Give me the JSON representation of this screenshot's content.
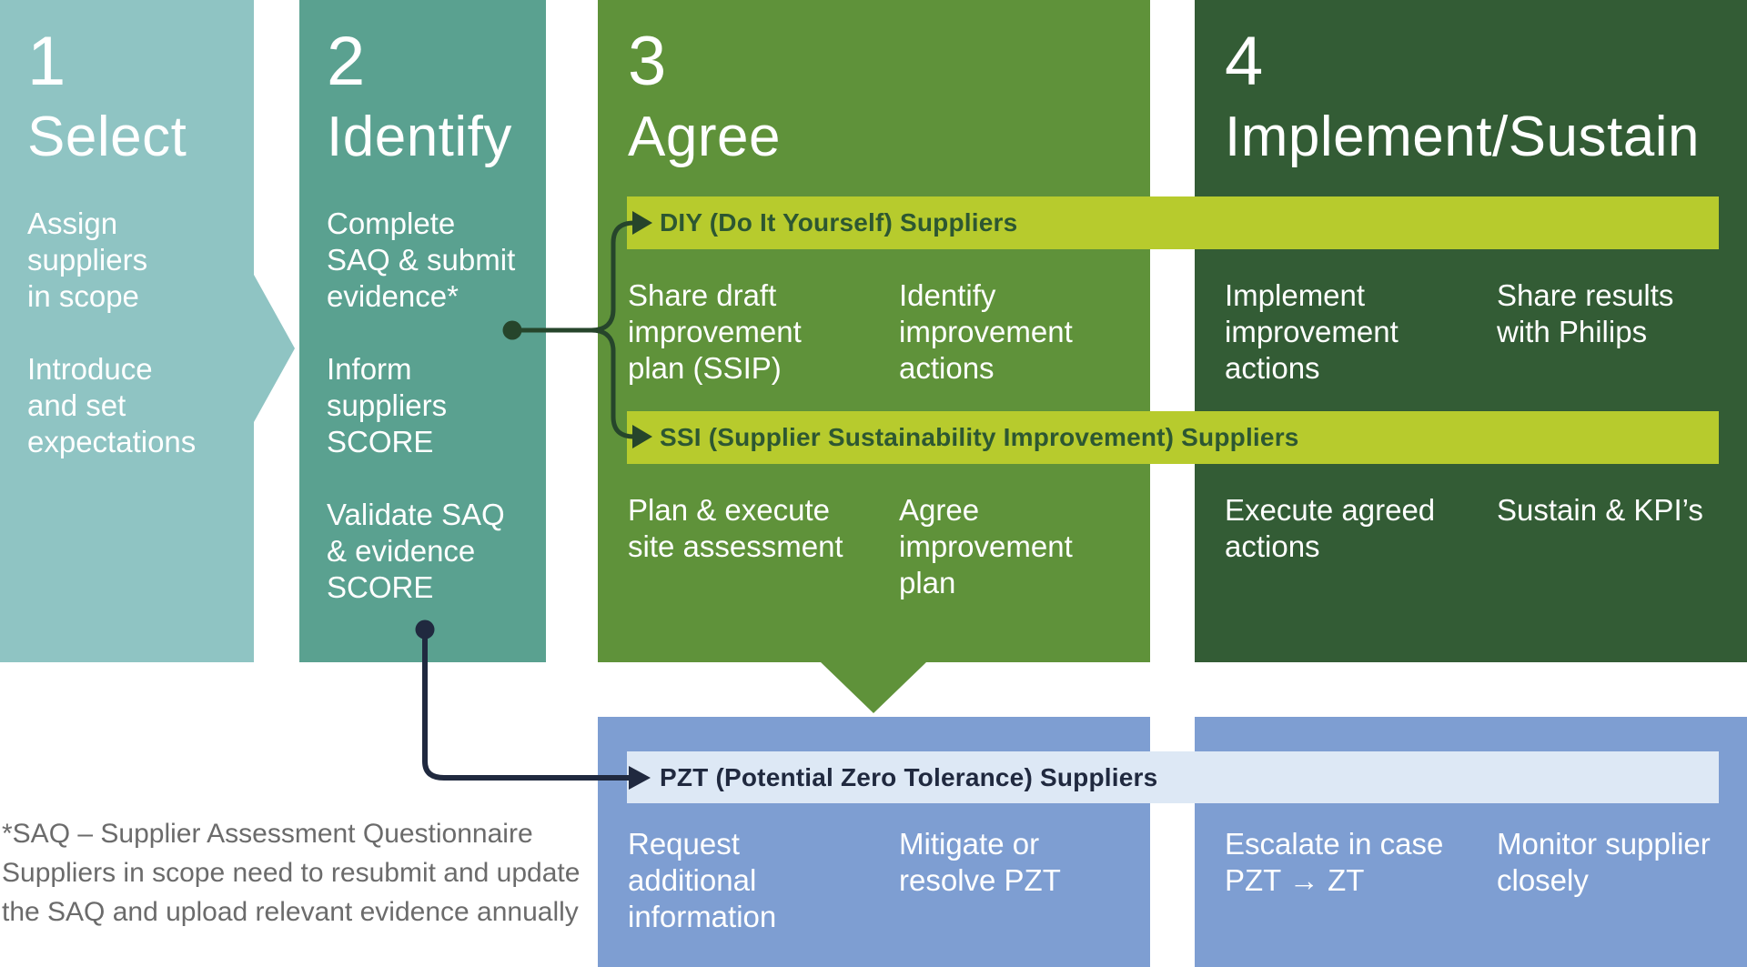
{
  "colors": {
    "teal-light": "#8FC4C3",
    "teal": "#5AA190",
    "green": "#5F923A",
    "green-dark": "#335C35",
    "lime": "#B7CB2D",
    "lime-text": "#2D5732",
    "blue": "#7E9ED2",
    "blue-light": "#DDE8F5",
    "navy": "#20293F",
    "connector-green": "#26452B",
    "footnote-gray": "#6B6B6B"
  },
  "columns": [
    {
      "number": "1",
      "title": "Select",
      "items": [
        "Assign\nsuppliers\nin scope",
        "Introduce\nand set\nexpectations"
      ]
    },
    {
      "number": "2",
      "title": "Identify",
      "items": [
        "Complete\nSAQ & submit\nevidence*",
        "Inform\nsuppliers\nSCORE",
        "Validate SAQ\n& evidence\nSCORE"
      ]
    },
    {
      "number": "3",
      "title": "Agree",
      "items": [
        "Share draft\nimprovement\nplan (SSIP)",
        "Identify\nimprovement\nactions",
        "Plan & execute\nsite assessment",
        "Agree\nimprovement\nplan"
      ]
    },
    {
      "number": "4",
      "title": "Implement/Sustain",
      "items": [
        "Implement\nimprovement\nactions",
        "Share results\nwith Philips",
        "Execute agreed\nactions",
        "Sustain & KPI’s"
      ]
    }
  ],
  "banners": {
    "diy": "DIY (Do It Yourself) Suppliers",
    "ssi": "SSI (Supplier Sustainability Improvement) Suppliers",
    "pzt": "PZT (Potential Zero Tolerance) Suppliers"
  },
  "pzt_row": {
    "request": "Request\nadditional\ninformation",
    "mitigate": "Mitigate or\nresolve PZT",
    "escalate": "Escalate in case\nPZT → ZT",
    "monitor": "Monitor supplier\nclosely"
  },
  "footnote": "*SAQ – Supplier Assessment Questionnaire\nSuppliers in scope need to resubmit and update\nthe SAQ and upload relevant evidence annually"
}
